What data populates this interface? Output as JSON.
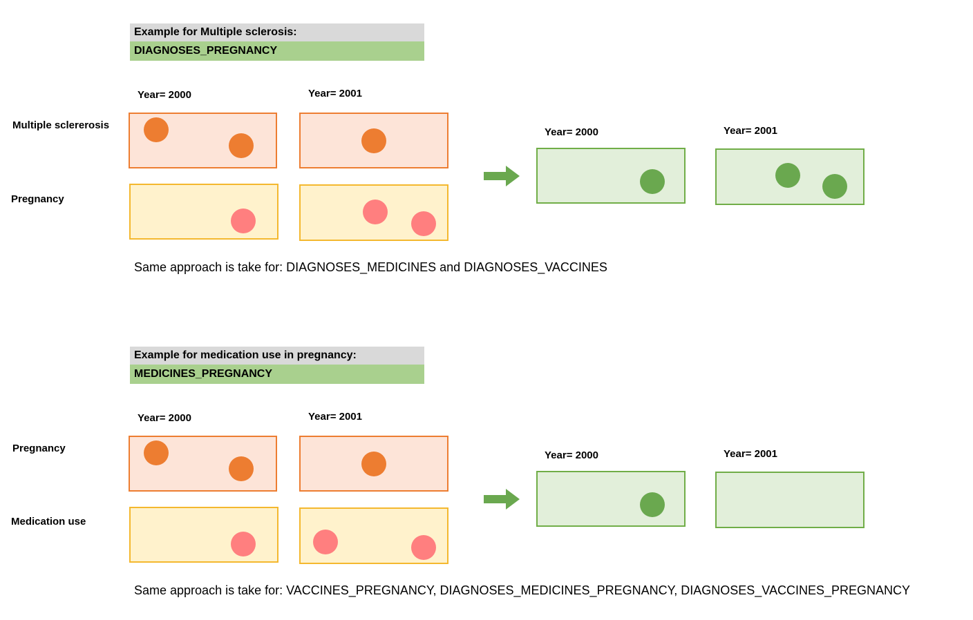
{
  "section1": {
    "header_title": "Example for Multiple sclerosis:",
    "header_table": "DIAGNOSES_PREGNANCY",
    "year_a": "Year= 2000",
    "year_b": "Year= 2001",
    "row1_label": "Multiple sclererosis",
    "row2_label": "Pregnancy",
    "result_year_a": "Year= 2000",
    "result_year_b": "Year= 2001",
    "note": "Same approach is take for: DIAGNOSES_MEDICINES and DIAGNOSES_VACCINES"
  },
  "section2": {
    "header_title": "Example for medication use in pregnancy:",
    "header_table": "MEDICINES_PREGNANCY",
    "year_a": "Year= 2000",
    "year_b": "Year= 2001",
    "row1_label": "Pregnancy",
    "row2_label": "Medication use",
    "result_year_a": "Year= 2000",
    "result_year_b": "Year= 2001",
    "note": "Same approach is take for: VACCINES_PREGNANCY, DIAGNOSES_MEDICINES_PREGNANCY,  DIAGNOSES_VACCINES_PREGNANCY"
  },
  "colors": {
    "orange": "#ed7d31",
    "pink": "#ff7f7f",
    "green": "#6aa84f",
    "header_grey": "#d9d9d9",
    "header_green": "#a9d08e"
  }
}
